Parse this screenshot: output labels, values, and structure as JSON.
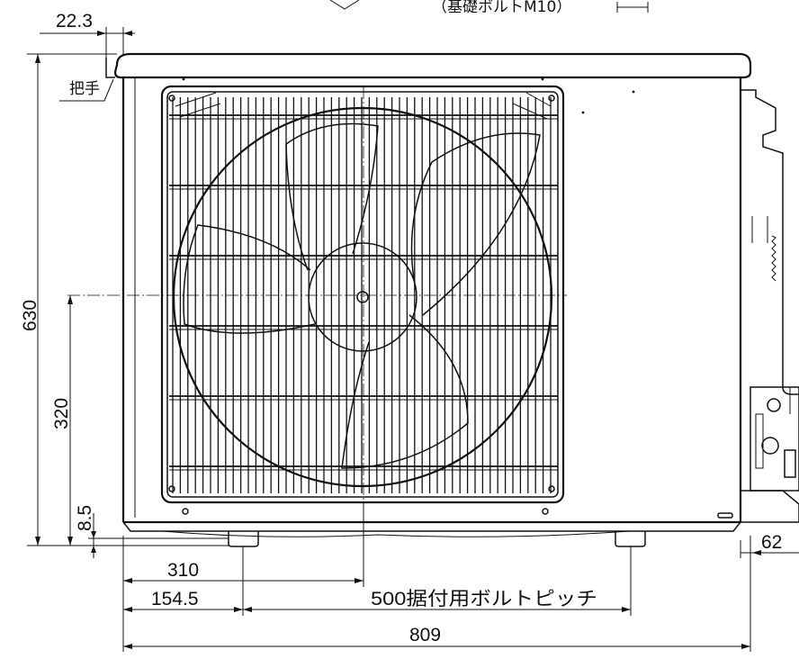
{
  "title_fragment": "（基礎ボルトM10）",
  "labels": {
    "handle": "把手"
  },
  "dimensions": {
    "handle_offset": "22.3",
    "total_height": "630",
    "fan_center_height": "320",
    "foot_height": "8.5",
    "fan_center_from_left": "310",
    "bolt_from_left": "154.5",
    "bolt_pitch": "500据付用ボルトピッチ",
    "total_width": "809",
    "right_protrusion": "62"
  },
  "colors": {
    "line": "#111111",
    "background": "#ffffff"
  }
}
